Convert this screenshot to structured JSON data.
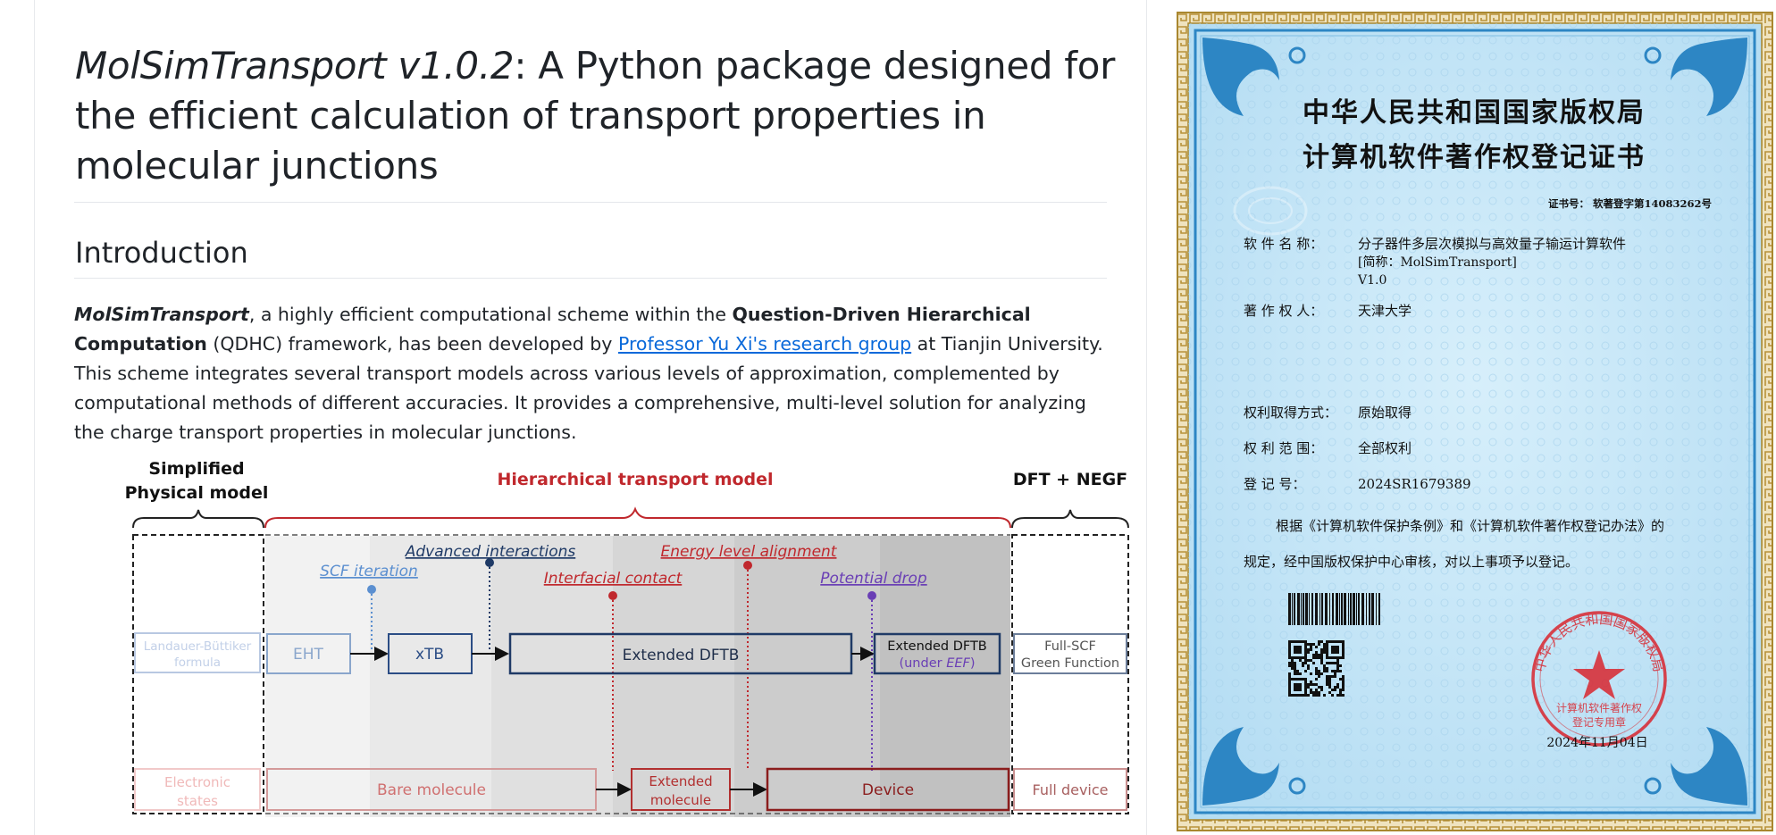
{
  "readme": {
    "title_italic": "MolSimTransport v1.0.2",
    "title_rest": ": A Python package designed for the efficient calculation of transport properties in molecular junctions",
    "intro_heading": "Introduction",
    "p_name": "MolSimTransport",
    "p_t1": ", a highly efficient computational scheme within the ",
    "p_qdhc": "Question-Driven Hierarchical Computation",
    "p_t2": " (QDHC) framework, has been developed by ",
    "p_link": "Professor Yu Xi's research group",
    "p_t3": " at Tianjin University. This scheme integrates several transport models across various levels of approximation, complemented by computational methods of different accuracies. It provides a comprehensive, multi-level solution for analyzing the charge transport properties in molecular junctions.",
    "link_color": "#0969da"
  },
  "figure": {
    "col_simplified_1": "Simplified",
    "col_simplified_2": "Physical model",
    "col_hierarchical": "Hierarchical transport model",
    "col_dft": "DFT + NEGF",
    "label_advanced": "Advanced interactions",
    "label_scf": "SCF iteration",
    "label_interfacial": "Interfacial contact",
    "label_energy": "Energy level alignment",
    "label_potential": "Potential drop",
    "box_landauer_1": "Landauer-Büttiker",
    "box_landauer_2": "formula",
    "box_eht": "EHT",
    "box_xtb": "xTB",
    "box_extended_dftb": "Extended DFTB",
    "box_extended_dftb_eef_1": "Extended DFTB",
    "box_extended_dftb_eef_2a": "(under ",
    "box_extended_dftb_eef_2b": "EEF",
    "box_extended_dftb_eef_2c": ")",
    "box_fullscf_1": "Full-SCF",
    "box_fullscf_2": "Green Function",
    "box_electronic_1": "Electronic",
    "box_electronic_2": "states",
    "box_bare": "Bare molecule",
    "box_extmol_1": "Extended",
    "box_extmol_2": "molecule",
    "box_device": "Device",
    "box_fulldevice": "Full device",
    "colors": {
      "navy": "#1f3a66",
      "red": "#c0282d",
      "blue": "#5b8fd0",
      "purple": "#6a3fb5",
      "darkred": "#8b1d1d"
    }
  },
  "certificate": {
    "title_1": "中华人民共和国国家版权局",
    "title_2": "计算机软件著作权登记证书",
    "cert_no": "证书号： 软著登字第14083262号",
    "software_name_label": "软 件 名 称：",
    "software_name_1": "分子器件多层次模拟与高效量子输运计算软件",
    "software_name_2": "[简称：MolSimTransport]",
    "software_name_3": "V1.0",
    "owner_label": "著 作 权 人：",
    "owner": "天津大学",
    "acquire_label": "权利取得方式：",
    "acquire": "原始取得",
    "scope_label": "权 利 范 围：",
    "scope": "全部权利",
    "reg_label": "登   记   号：",
    "reg_no": "2024SR1679389",
    "statement_1": "根据《计算机软件保护条例》和《计算机软件著作权登记办法》的",
    "statement_2": "规定，经中国版权保护中心审核，对以上事项予以登记。",
    "seal_outer": "中华人民共和国国家版权局",
    "seal_inner_1": "计算机软件著作权",
    "seal_inner_2": "登记专用章",
    "date": "2024年11月04日",
    "colors": {
      "background": "#c6e6f7",
      "border_gold": "#c8a24a",
      "ornament": "#2d86c4",
      "seal": "#d9262f"
    }
  }
}
